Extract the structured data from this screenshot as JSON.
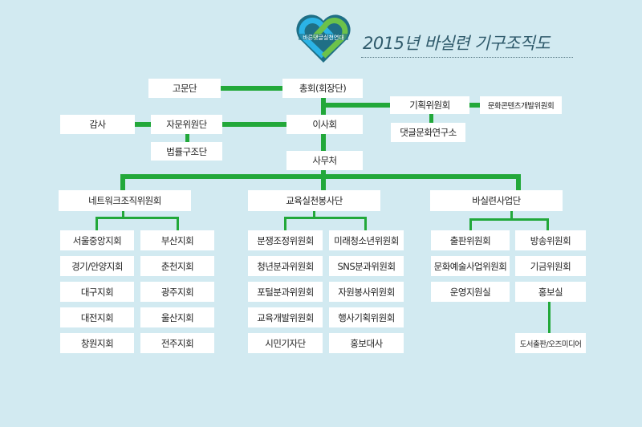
{
  "header": {
    "title": "2015년 바실련 기구조직도",
    "logo_text": "바른댓글실천연대"
  },
  "colors": {
    "line": "#22a83a",
    "background": "#d2eaf1"
  },
  "top": {
    "advisors": "고문단",
    "general": "총회(회장단)",
    "planning": "기획위원회",
    "content": "문화콘텐츠개발위원회",
    "audit": "감사",
    "consult": "자문위원단",
    "board": "이사회",
    "institute": "댓글문화연구소",
    "legal": "법률구조단",
    "secretariat": "사무처"
  },
  "divisions": [
    {
      "name": "네트워크조직위원회",
      "items": [
        "서울중앙지회",
        "부산지회",
        "경기/안양지회",
        "춘천지회",
        "대구지회",
        "광주지회",
        "대전지회",
        "울산지회",
        "창원지회",
        "전주지회"
      ]
    },
    {
      "name": "교육실천봉사단",
      "items": [
        "분쟁조정위원회",
        "미래청소년위원회",
        "청년분과위원회",
        "SNS분과위원회",
        "포털분과위원회",
        "자원봉사위원회",
        "교육개발위원회",
        "행사기획위원회",
        "시민기자단",
        "홍보대사"
      ]
    },
    {
      "name": "바실련사업단",
      "items": [
        "출판위원회",
        "방송위원회",
        "문화예술사업위원회",
        "기금위원회",
        "운영지원실",
        "홍보실"
      ],
      "sub": "도서출판/오즈미디어"
    }
  ]
}
